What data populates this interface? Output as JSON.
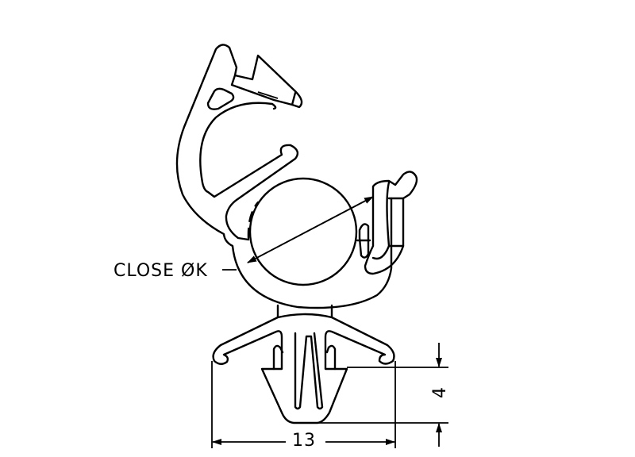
{
  "drawing": {
    "close_label": "CLOSE ØK",
    "width_dimension": "13",
    "height_dimension": "4",
    "line_color": "#000000",
    "background_color": "#ffffff"
  }
}
